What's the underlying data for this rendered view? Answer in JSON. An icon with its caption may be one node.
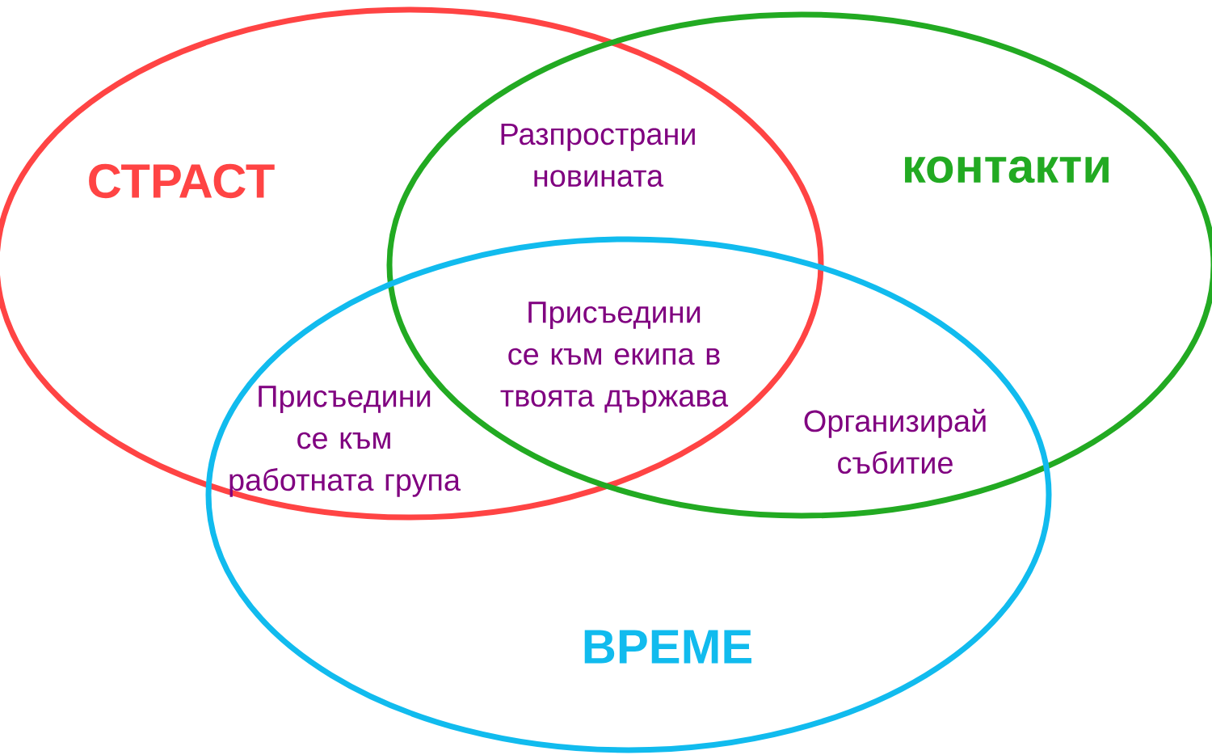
{
  "diagram": {
    "nodes": [
      {
        "text": [
          "СТРАСТ"
        ]
      },
      {
        "text": [
          "контакти"
        ]
      },
      {
        "text": [
          "ВРЕМЕ"
        ]
      }
    ],
    "labels": [
      "Разпространи новината",
      "Присъедини се към екипа в твоята държава",
      "Присъедини се към работната група",
      "Организирай събитие"
    ]
  }
}
